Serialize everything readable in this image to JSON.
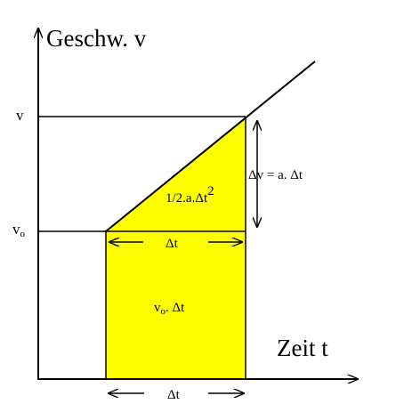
{
  "y_axis_label": "Geschw. v",
  "x_axis_label": "Zeit t",
  "tick_v": "v",
  "tick_v0": {
    "base": "v",
    "sub": "o"
  },
  "area_triangle": {
    "text": "1/2.a.Δt",
    "sup": "2"
  },
  "area_rectangle": {
    "base": "v",
    "sub": "o",
    "rest": ". Δt"
  },
  "delta_v_label": "Δv = a. Δt",
  "delta_t_label_upper": "Δt",
  "delta_t_label_lower": "Δt",
  "colors": {
    "fill": "#ffff00",
    "line": "#000000",
    "background": "#ffffff"
  }
}
